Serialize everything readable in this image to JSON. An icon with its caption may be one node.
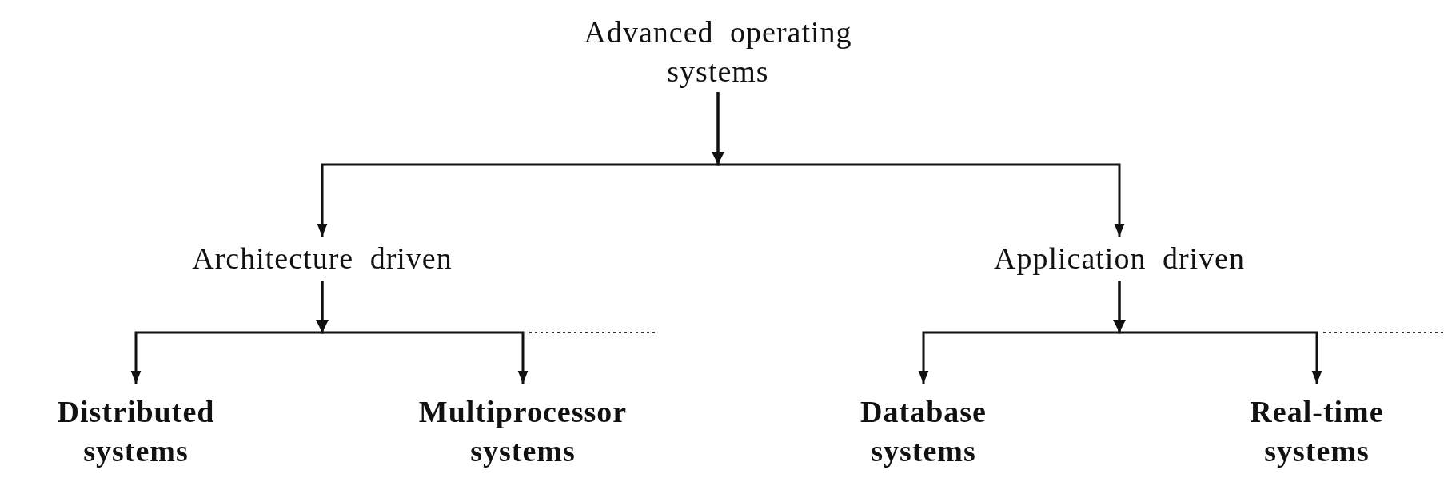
{
  "diagram": {
    "nodes": [
      {
        "text": [
          "Advanced operating systems"
        ]
      },
      {
        "text": [
          "Architecture driven"
        ]
      },
      {
        "text": [
          "Application driven"
        ]
      },
      {
        "text": [
          "Distributed systems"
        ]
      },
      {
        "text": [
          "Multiprocessor systems"
        ]
      },
      {
        "text": [
          "Database systems"
        ]
      },
      {
        "text": [
          "Real-time systems"
        ]
      }
    ],
    "edges": [
      {
        "from": 0,
        "to": 1,
        "arrow": "to"
      },
      {
        "from": 0,
        "to": 2,
        "arrow": "to"
      },
      {
        "from": 1,
        "to": 3,
        "arrow": "to"
      },
      {
        "from": 1,
        "to": 4,
        "arrow": "to"
      },
      {
        "from": 2,
        "to": 5,
        "arrow": "to"
      },
      {
        "from": 2,
        "to": 6,
        "arrow": "to"
      }
    ]
  }
}
